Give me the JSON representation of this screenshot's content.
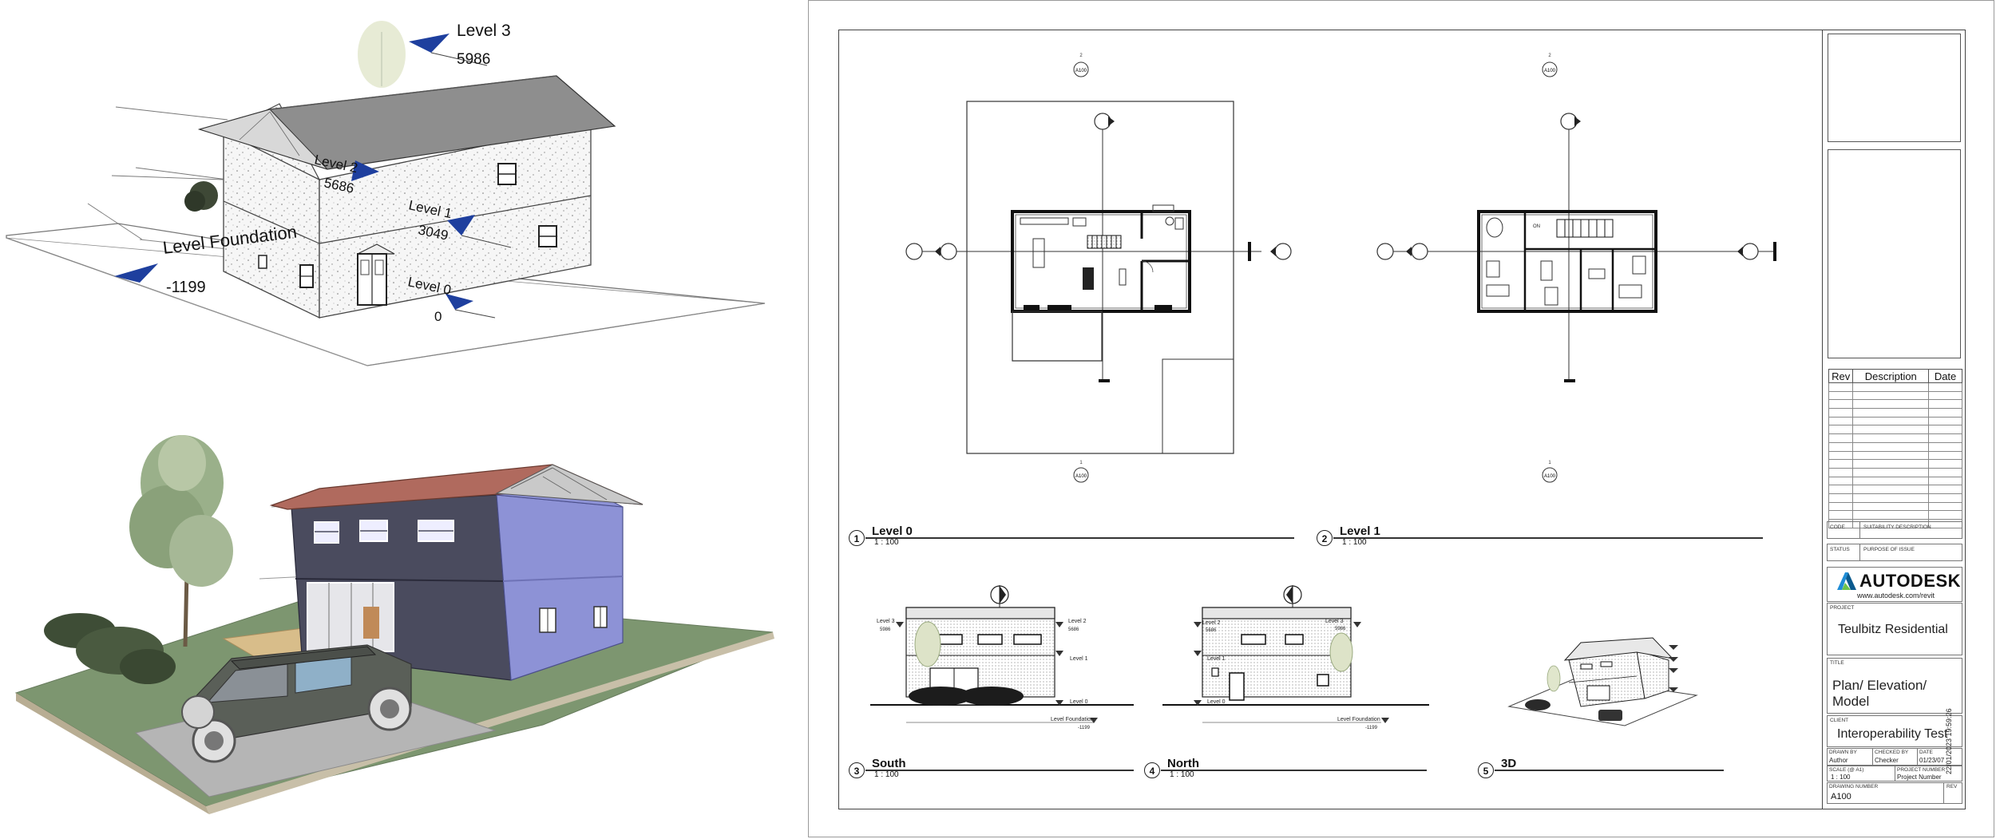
{
  "model_views": {
    "levels": [
      {
        "name": "Level 3",
        "elevation": "5986"
      },
      {
        "name": "Level 2",
        "elevation": "5686"
      },
      {
        "name": "Level 1",
        "elevation": "3049"
      },
      {
        "name": "Level Foundation",
        "elevation": "-1199"
      },
      {
        "name": "Level 0",
        "elevation": "0"
      }
    ]
  },
  "sheet": {
    "section_tag": "A100",
    "viewports": [
      {
        "number": "1",
        "title": "Level 0",
        "scale": "1 : 100"
      },
      {
        "number": "2",
        "title": "Level 1",
        "scale": "1 : 100"
      },
      {
        "number": "3",
        "title": "South",
        "scale": "1 : 100"
      },
      {
        "number": "4",
        "title": "North",
        "scale": "1 : 100"
      },
      {
        "number": "5",
        "title": "3D",
        "scale": ""
      }
    ],
    "elevation_labels": {
      "level3": "Level 3",
      "level3_value": "5986",
      "level2": "Level 2",
      "level2_value": "5686",
      "level1": "Level 1",
      "level0": "Level 0",
      "foundation": "Level Foundation",
      "foundation_value": "-1199"
    },
    "timestamp": "22/01/2023 19:59:26"
  },
  "title_block": {
    "rev_headers": [
      "Rev",
      "Description",
      "Date"
    ],
    "code_label": "CODE",
    "suitability_label": "SUITABILITY DESCRIPTION",
    "status_label": "STATUS",
    "purpose_label": "PURPOSE OF ISSUE",
    "brand": "AUTODESK",
    "brand_url": "www.autodesk.com/revit",
    "project_label": "PROJECT",
    "project": "Teulbitz Residential",
    "title_label": "TITLE",
    "title": "Plan/ Elevation/ Model",
    "client_label": "CLIENT",
    "client": "Interoperability Test",
    "drawn_by_label": "DRAWN BY",
    "drawn_by": "Author",
    "checked_by_label": "CHECKED BY",
    "checked_by": "Checker",
    "date_label": "DATE",
    "date": "01/23/07",
    "scale_label": "SCALE (@ A1)",
    "scale": "1 : 100",
    "project_number_label": "PROJECT NUMBER",
    "project_number": "Project Number",
    "drawing_number_label": "DRAWING NUMBER",
    "drawing_number": "A100",
    "rev_label": "REV"
  },
  "colors": {
    "level_marker": "#1e3f9e",
    "roof_grey": "#8e8e8e",
    "wall_dark": "#4a4b5e",
    "wall_blue": "#8d92d6",
    "grass": "#7d9670",
    "roof_terracotta": "#b06a5e",
    "brand_blue": "#1f8dd6"
  }
}
